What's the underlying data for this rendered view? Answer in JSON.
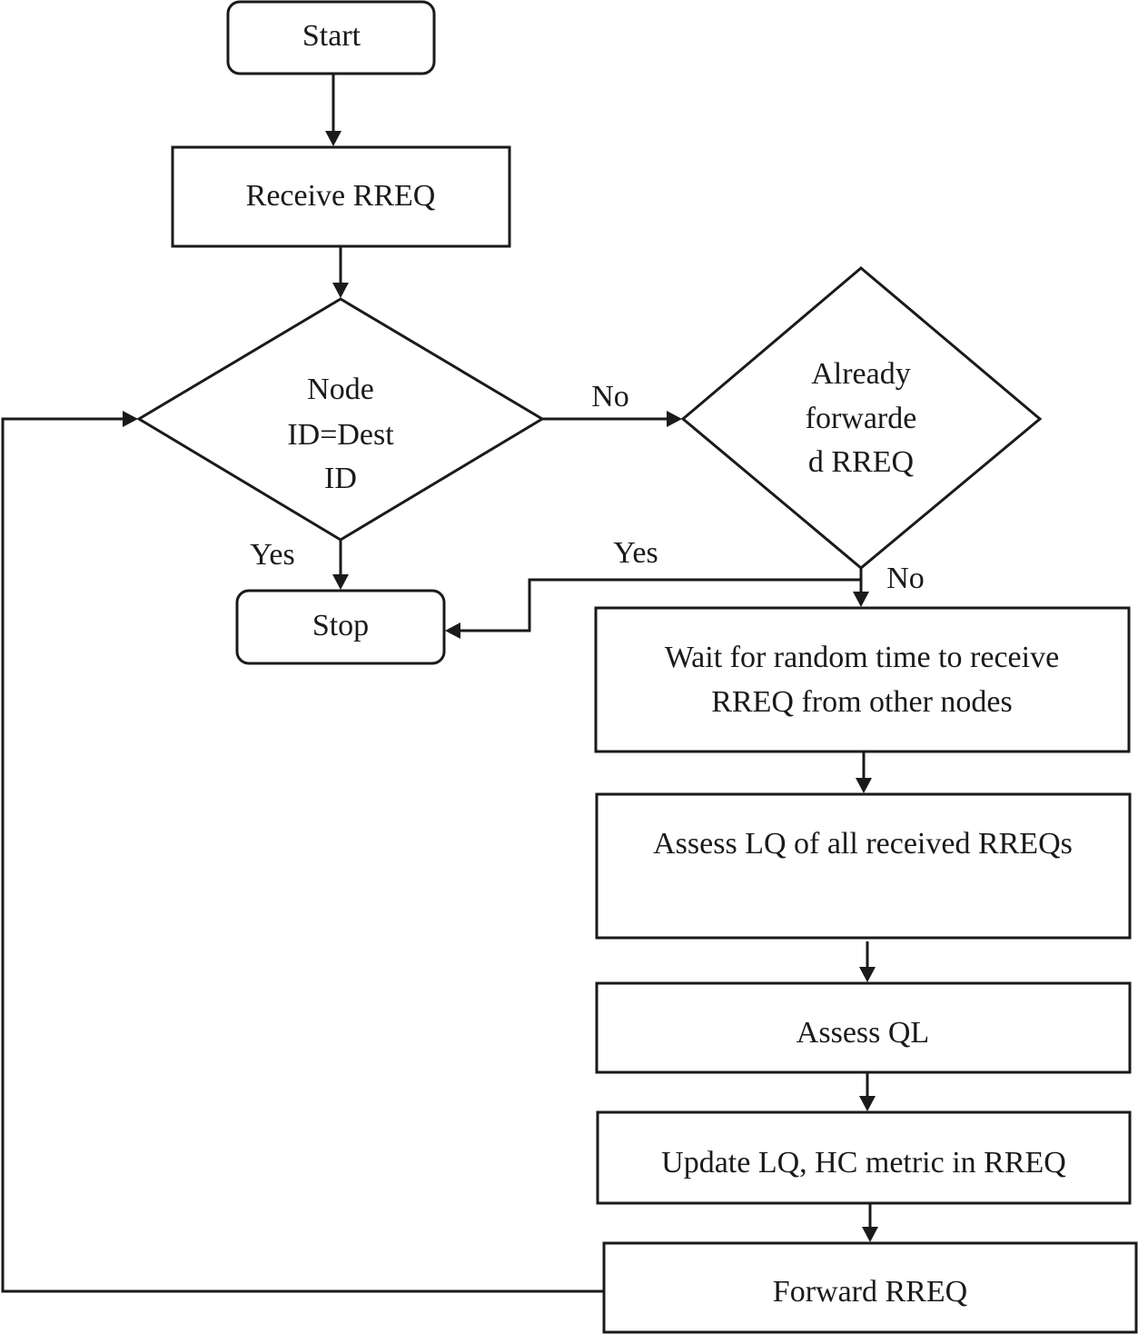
{
  "nodes": {
    "start": {
      "lines": [
        "Start"
      ]
    },
    "receive_rreq": {
      "lines": [
        "Receive RREQ"
      ]
    },
    "node_id_check": {
      "lines": [
        "Node",
        "ID=Dest",
        "ID"
      ]
    },
    "already_forwarded": {
      "lines": [
        "Already",
        "forwarde",
        "d RREQ"
      ]
    },
    "stop": {
      "lines": [
        "Stop"
      ]
    },
    "wait_random": {
      "lines": [
        "Wait for random time to receive",
        "RREQ from other nodes"
      ]
    },
    "assess_lq": {
      "lines": [
        "Assess LQ of all received RREQs"
      ]
    },
    "assess_ql": {
      "lines": [
        "Assess QL"
      ]
    },
    "update_metric": {
      "lines": [
        "Update LQ, HC metric in RREQ"
      ]
    },
    "forward_rreq": {
      "lines": [
        "Forward RREQ"
      ]
    }
  },
  "edges": {
    "node_no": "No",
    "node_yes": "Yes",
    "already_yes": "Yes",
    "already_no": "No"
  }
}
